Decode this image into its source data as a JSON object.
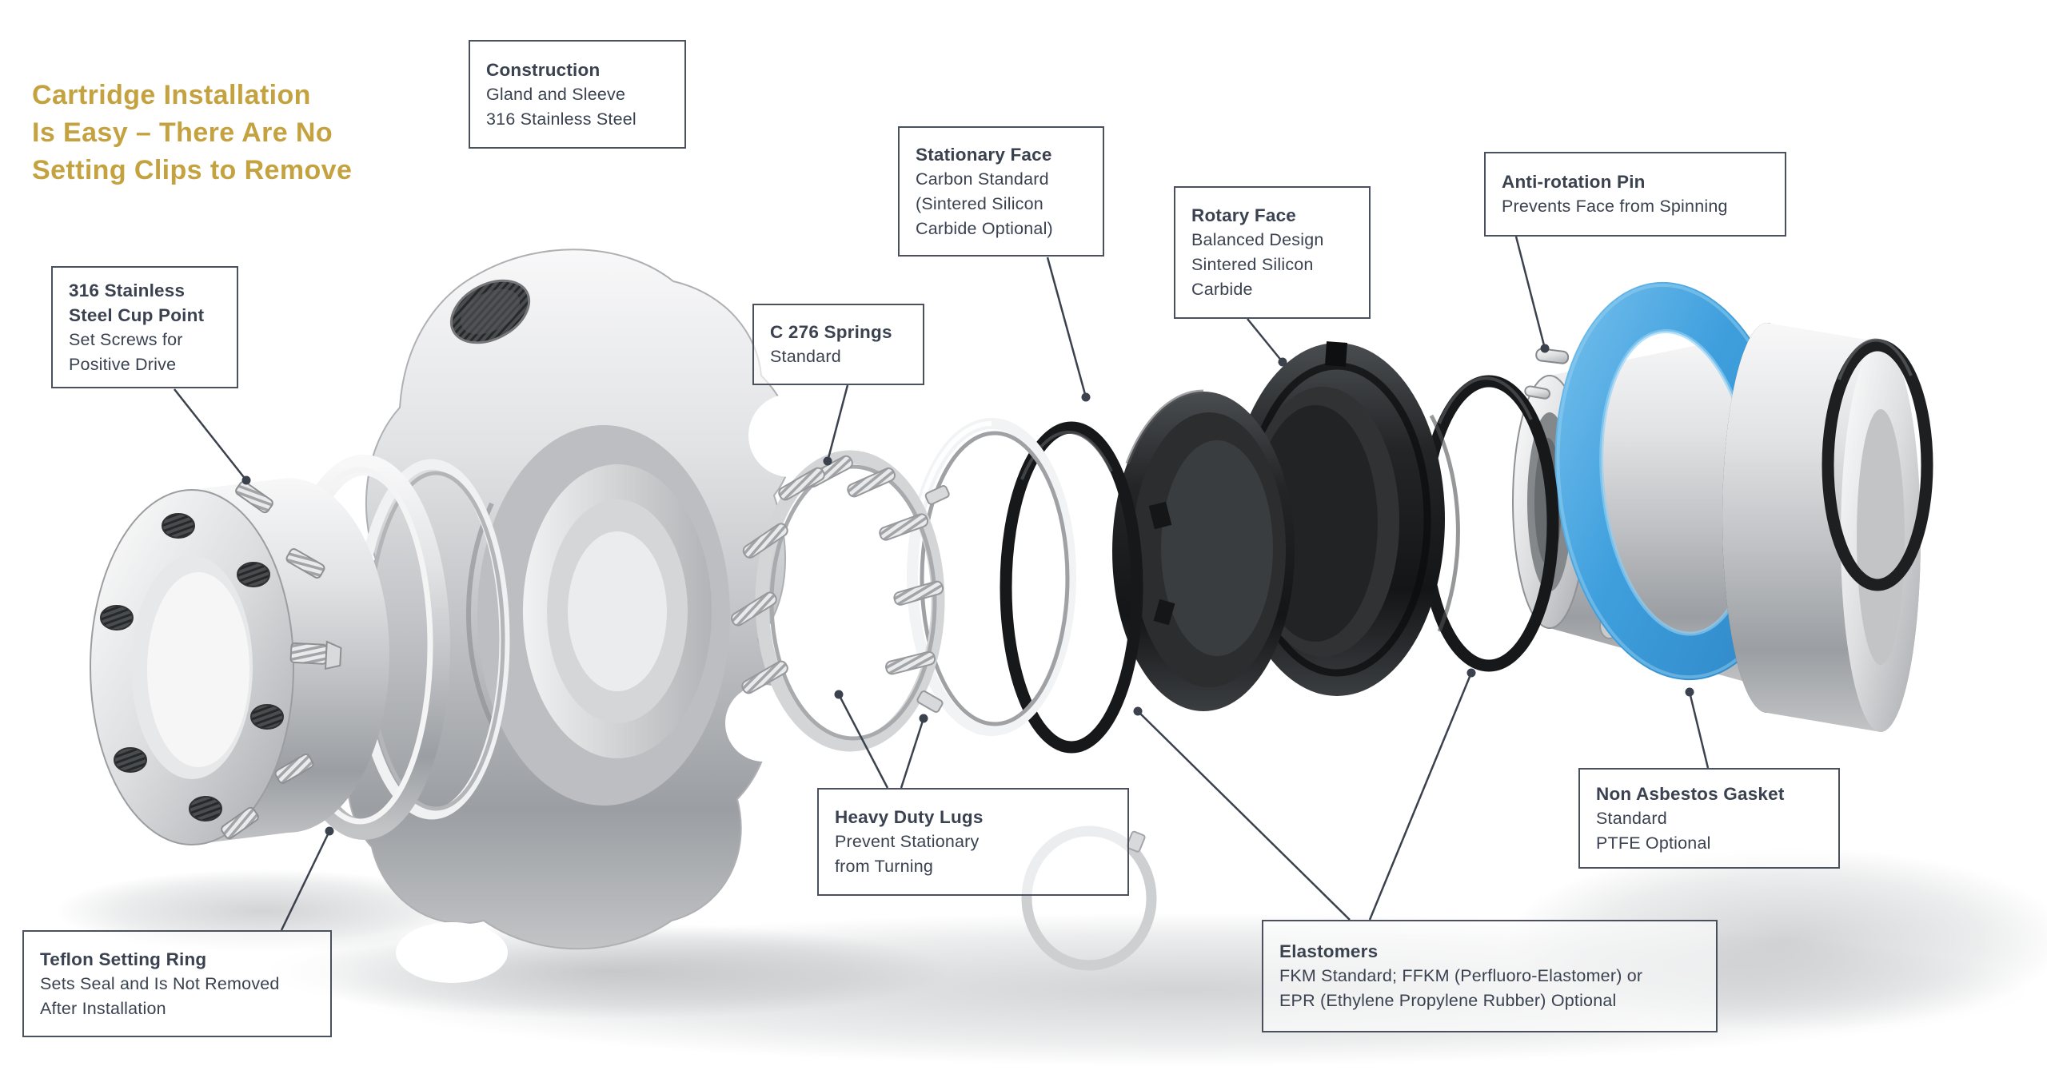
{
  "page": {
    "background": "#ffffff",
    "colors": {
      "title_gold": "#c4a23f",
      "box_border": "#4a515c",
      "text_dark": "#3a4250",
      "leader_line": "#3b424d",
      "gasket_blue": "#3f9fdd",
      "elastomer_black": "#1b1d1f",
      "steel_light": "#e9eaeb",
      "steel_dark": "#9a9da0"
    }
  },
  "title": {
    "lines": [
      "Cartridge Installation",
      "Is Easy – There Are No",
      "Setting Clips to Remove"
    ]
  },
  "callouts": {
    "construction": {
      "title": "Construction",
      "lines": [
        "Gland and Sleeve",
        "316 Stainless Steel"
      ]
    },
    "stationary_face": {
      "title": "Stationary Face",
      "lines": [
        "Carbon Standard",
        "(Sintered Silicon",
        "Carbide Optional)"
      ]
    },
    "rotary_face": {
      "title": "Rotary Face",
      "lines": [
        "Balanced Design",
        "Sintered Silicon",
        "Carbide"
      ]
    },
    "anti_rotation_pin": {
      "title": "Anti-rotation Pin",
      "lines": [
        "Prevents Face from Spinning"
      ]
    },
    "cup_point": {
      "title": "316 Stainless Steel Cup Point",
      "lines": [
        "Set Screws for",
        "Positive Drive"
      ]
    },
    "springs": {
      "title": "C 276 Springs",
      "lines": [
        "Standard"
      ]
    },
    "heavy_duty_lugs": {
      "title": "Heavy Duty Lugs",
      "lines": [
        "Prevent Stationary",
        "from Turning"
      ]
    },
    "non_asbestos_gasket": {
      "title": "Non Asbestos Gasket",
      "lines": [
        "Standard",
        "PTFE Optional"
      ]
    },
    "teflon_setting_ring": {
      "title": "Teflon Setting Ring",
      "lines": [
        "Sets Seal and Is Not Removed",
        "After Installation"
      ]
    },
    "elastomers": {
      "title": "Elastomers",
      "lines": [
        "FKM Standard; FFKM (Perfluoro-Elastomer) or",
        "EPR (Ethylene Propylene Rubber) Optional"
      ]
    }
  }
}
